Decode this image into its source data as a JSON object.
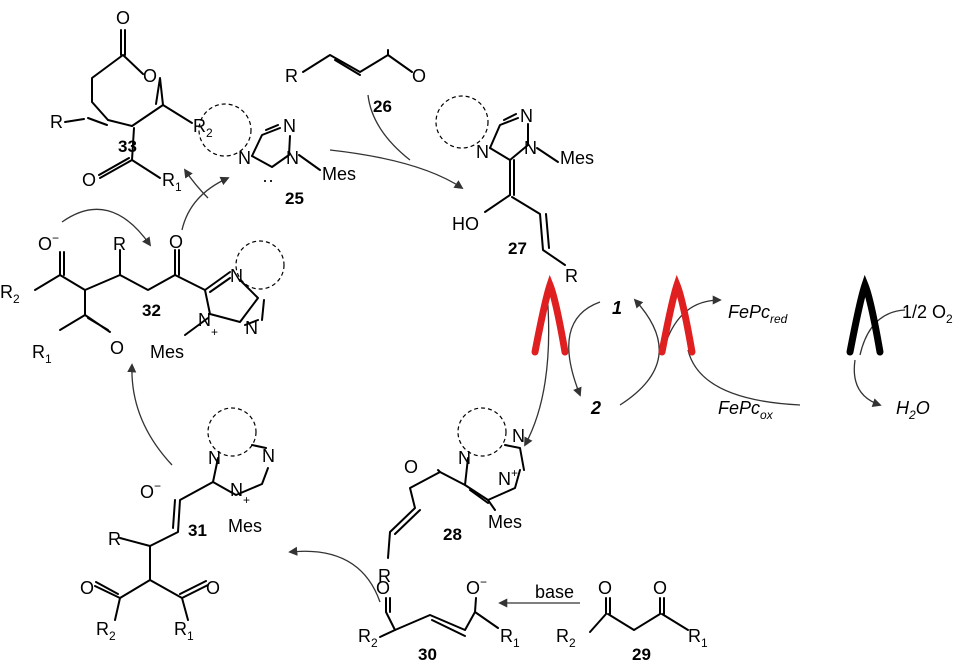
{
  "compounds": {
    "c25": {
      "number": "25",
      "label_N1": "N",
      "label_N2": "N",
      "label_N4": "N",
      "subst": "Mes",
      "carbene": "··"
    },
    "c26": {
      "number": "26",
      "R": "R",
      "O": "O"
    },
    "c27": {
      "number": "27",
      "label_N1": "N",
      "label_N2": "N",
      "label_N4": "N",
      "subst": "Mes",
      "HO": "HO",
      "R": "R"
    },
    "c28": {
      "number": "28",
      "O": "O",
      "R": "R",
      "label_N1": "N",
      "label_N2": "N",
      "label_N4": "N",
      "charge": "+",
      "subst": "Mes"
    },
    "c29": {
      "number": "29",
      "R1": "R",
      "R1_sub": "1",
      "R2": "R",
      "R2_sub": "2",
      "O": "O"
    },
    "c30": {
      "number": "30",
      "R1": "R",
      "R1_sub": "1",
      "R2": "R",
      "R2_sub": "2",
      "O": "O",
      "Ominus": "O",
      "minus": "−"
    },
    "c31": {
      "number": "31",
      "Ominus": "O",
      "minus": "−",
      "R": "R",
      "R1": "R",
      "R1_sub": "1",
      "R2": "R",
      "R2_sub": "2",
      "O": "O",
      "label_N1": "N",
      "label_N2": "N",
      "label_N4": "N",
      "charge": "+",
      "subst": "Mes"
    },
    "c32": {
      "number": "32",
      "Ominus": "O",
      "minus": "−",
      "R": "R",
      "R1": "R",
      "R1_sub": "1",
      "R2": "R",
      "R2_sub": "2",
      "O": "O",
      "label_N1": "N",
      "label_N2": "N",
      "label_N4": "N",
      "charge": "+",
      "subst": "Mes"
    },
    "c33": {
      "number": "33",
      "R": "R",
      "R1": "R",
      "R1_sub": "1",
      "R2": "R",
      "R2_sub": "2",
      "O": "O"
    }
  },
  "redox": {
    "one": "1",
    "two": "2",
    "fepc_red_main": "FePc",
    "fepc_red_sub": "red",
    "fepc_ox_main": "FePc",
    "fepc_ox_sub": "ox",
    "o2": "1/2 O",
    "o2_sub": "2",
    "water": "H",
    "water_sub": "2",
    "water_end": "O"
  },
  "reagents": {
    "base": "base"
  },
  "colors": {
    "electron_transfer": "#e02020",
    "aerobic": "#000000",
    "bond": "#000000"
  }
}
